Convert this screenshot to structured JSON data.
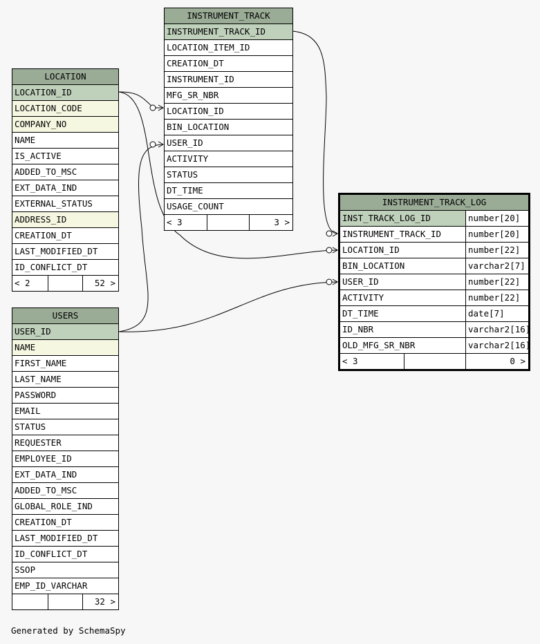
{
  "tables": {
    "instrument_track": {
      "title": "INSTRUMENT_TRACK",
      "columns": [
        {
          "name": "INSTRUMENT_TRACK_ID",
          "kind": "pk"
        },
        {
          "name": "LOCATION_ITEM_ID",
          "kind": ""
        },
        {
          "name": "CREATION_DT",
          "kind": ""
        },
        {
          "name": "INSTRUMENT_ID",
          "kind": ""
        },
        {
          "name": "MFG_SR_NBR",
          "kind": ""
        },
        {
          "name": "LOCATION_ID",
          "kind": ""
        },
        {
          "name": "BIN_LOCATION",
          "kind": ""
        },
        {
          "name": "USER_ID",
          "kind": ""
        },
        {
          "name": "ACTIVITY",
          "kind": ""
        },
        {
          "name": "STATUS",
          "kind": ""
        },
        {
          "name": "DT_TIME",
          "kind": ""
        },
        {
          "name": "USAGE_COUNT",
          "kind": ""
        }
      ],
      "footer": {
        "parents": "< 3",
        "middle": "",
        "children": "3 >"
      }
    },
    "location": {
      "title": "LOCATION",
      "columns": [
        {
          "name": "LOCATION_ID",
          "kind": "pk"
        },
        {
          "name": "LOCATION_CODE",
          "kind": "idx"
        },
        {
          "name": "COMPANY_NO",
          "kind": "idx"
        },
        {
          "name": "NAME",
          "kind": ""
        },
        {
          "name": "IS_ACTIVE",
          "kind": ""
        },
        {
          "name": "ADDED_TO_MSC",
          "kind": ""
        },
        {
          "name": "EXT_DATA_IND",
          "kind": ""
        },
        {
          "name": "EXTERNAL_STATUS",
          "kind": ""
        },
        {
          "name": "ADDRESS_ID",
          "kind": "idx"
        },
        {
          "name": "CREATION_DT",
          "kind": ""
        },
        {
          "name": "LAST_MODIFIED_DT",
          "kind": ""
        },
        {
          "name": "ID_CONFLICT_DT",
          "kind": ""
        }
      ],
      "footer": {
        "parents": "< 2",
        "middle": "",
        "children": "52 >"
      }
    },
    "users": {
      "title": "USERS",
      "columns": [
        {
          "name": "USER_ID",
          "kind": "pk"
        },
        {
          "name": "NAME",
          "kind": "idx"
        },
        {
          "name": "FIRST_NAME",
          "kind": ""
        },
        {
          "name": "LAST_NAME",
          "kind": ""
        },
        {
          "name": "PASSWORD",
          "kind": ""
        },
        {
          "name": "EMAIL",
          "kind": ""
        },
        {
          "name": "STATUS",
          "kind": ""
        },
        {
          "name": "REQUESTER",
          "kind": ""
        },
        {
          "name": "EMPLOYEE_ID",
          "kind": ""
        },
        {
          "name": "EXT_DATA_IND",
          "kind": ""
        },
        {
          "name": "ADDED_TO_MSC",
          "kind": ""
        },
        {
          "name": "GLOBAL_ROLE_IND",
          "kind": ""
        },
        {
          "name": "CREATION_DT",
          "kind": ""
        },
        {
          "name": "LAST_MODIFIED_DT",
          "kind": ""
        },
        {
          "name": "ID_CONFLICT_DT",
          "kind": ""
        },
        {
          "name": "SSOP",
          "kind": ""
        },
        {
          "name": "EMP_ID_VARCHAR",
          "kind": ""
        }
      ],
      "footer": {
        "parents": "",
        "middle": "",
        "children": "32 >"
      }
    },
    "instrument_track_log": {
      "title": "INSTRUMENT_TRACK_LOG",
      "columns": [
        {
          "name": "INST_TRACK_LOG_ID",
          "type": "number[20]",
          "kind": "pk"
        },
        {
          "name": "INSTRUMENT_TRACK_ID",
          "type": "number[20]",
          "kind": ""
        },
        {
          "name": "LOCATION_ID",
          "type": "number[22]",
          "kind": ""
        },
        {
          "name": "BIN_LOCATION",
          "type": "varchar2[7]",
          "kind": ""
        },
        {
          "name": "USER_ID",
          "type": "number[22]",
          "kind": ""
        },
        {
          "name": "ACTIVITY",
          "type": "number[22]",
          "kind": ""
        },
        {
          "name": "DT_TIME",
          "type": "date[7]",
          "kind": ""
        },
        {
          "name": "ID_NBR",
          "type": "varchar2[16]",
          "kind": ""
        },
        {
          "name": "OLD_MFG_SR_NBR",
          "type": "varchar2[16]",
          "kind": ""
        }
      ],
      "footer": {
        "parents": "< 3",
        "middle": "",
        "children": "0 >"
      }
    }
  },
  "footer_text": "Generated by SchemaSpy",
  "colors": {
    "title_bg": "#9aab96",
    "pk_bg": "#bfd0bb",
    "index_bg": "#f5f7e1",
    "background": "#f7f7f7"
  }
}
